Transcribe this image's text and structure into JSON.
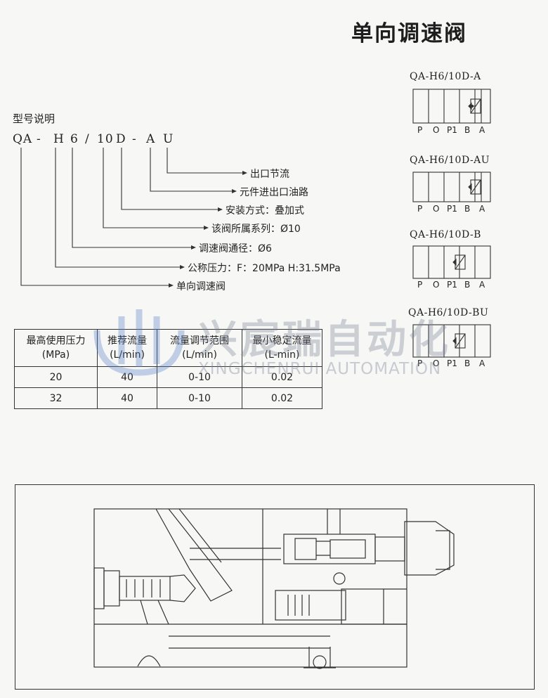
{
  "title": "单向调速阀",
  "model_heading": "型号说明",
  "model_code": [
    "QA",
    "-",
    "H",
    "6",
    "/",
    "10",
    "D",
    "-",
    "A",
    "U"
  ],
  "legend": [
    "出口节流",
    "元件进出口油路",
    "安装方式：叠加式",
    "该阀所属系列：Ø10",
    "调速阀通径：Ø6",
    "公称压力：F：20MPa    H:31.5MPa",
    "单向调速阀"
  ],
  "variants": [
    {
      "label": "QA-H6/10D-A"
    },
    {
      "label": "QA-H6/10D-AU"
    },
    {
      "label": "QA-H6/10D-B"
    },
    {
      "label": "QA-H6/10D-BU"
    }
  ],
  "ports": [
    "P",
    "O",
    "P1",
    "B",
    "A"
  ],
  "spec_table": {
    "headers": [
      [
        "最高使用压力",
        "(MPa)"
      ],
      [
        "推荐流量",
        "(L/min)"
      ],
      [
        "流量调节范围",
        "(L/min)"
      ],
      [
        "最小稳定流量",
        "(L-min)"
      ]
    ],
    "rows": [
      [
        "20",
        "40",
        "0-10",
        "0.02"
      ],
      [
        "32",
        "40",
        "0-10",
        "0.02"
      ]
    ]
  },
  "watermark": {
    "cn": "兴宸瑞自动化",
    "en": "XINGCHENRUI AUTOMATION",
    "color": "#8a93a6"
  },
  "diagram": {
    "name": "sectional-drawing"
  }
}
